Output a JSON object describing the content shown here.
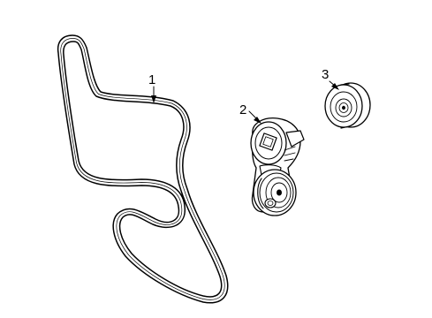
{
  "callouts": [
    {
      "label": "1",
      "part": "serpentine-belt"
    },
    {
      "label": "2",
      "part": "belt-tensioner"
    },
    {
      "label": "3",
      "part": "idler-pulley"
    }
  ],
  "colors": {
    "line": "#000000",
    "background": "#ffffff"
  }
}
